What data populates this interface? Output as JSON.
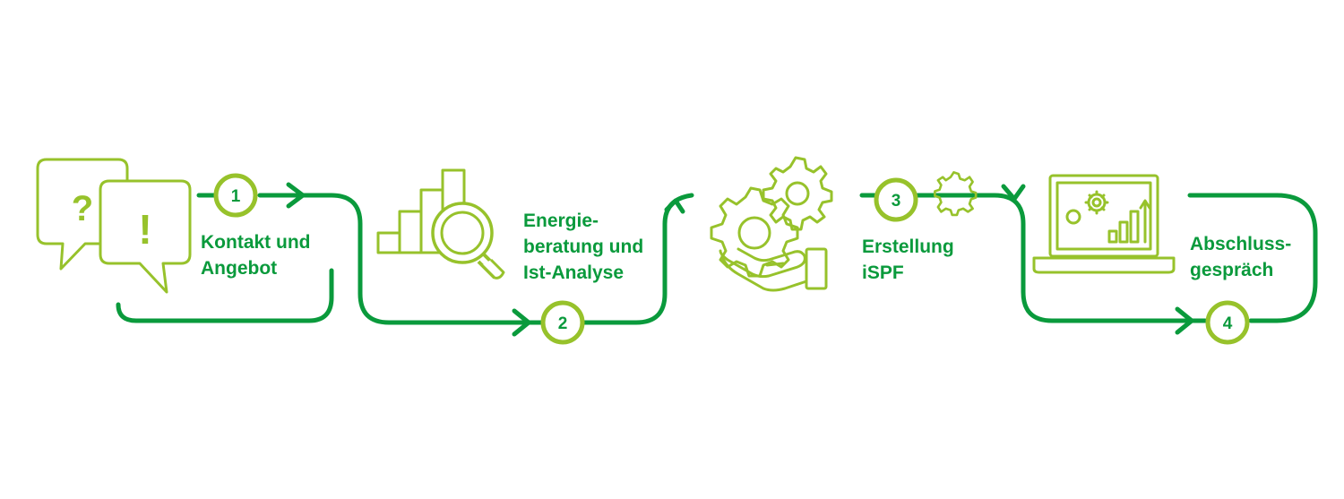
{
  "colors": {
    "dark_green": "#0a9a3c",
    "light_green": "#97c22b",
    "background": "#ffffff"
  },
  "steps": [
    {
      "number": "1",
      "label_lines": [
        "Kontakt und",
        "Angebot"
      ],
      "icon": "speech-bubbles-icon"
    },
    {
      "number": "2",
      "label_lines": [
        "Energie-",
        "beratung und",
        "Ist-Analyse"
      ],
      "icon": "bar-chart-magnifier-icon"
    },
    {
      "number": "3",
      "label_lines": [
        "Erstellung",
        "iSPF"
      ],
      "icon": "hand-gears-icon"
    },
    {
      "number": "4",
      "label_lines": [
        "Abschluss-",
        "gespräch"
      ],
      "icon": "laptop-gears-chart-icon"
    }
  ],
  "icon_glyphs": {
    "question": "?",
    "exclamation": "!"
  }
}
